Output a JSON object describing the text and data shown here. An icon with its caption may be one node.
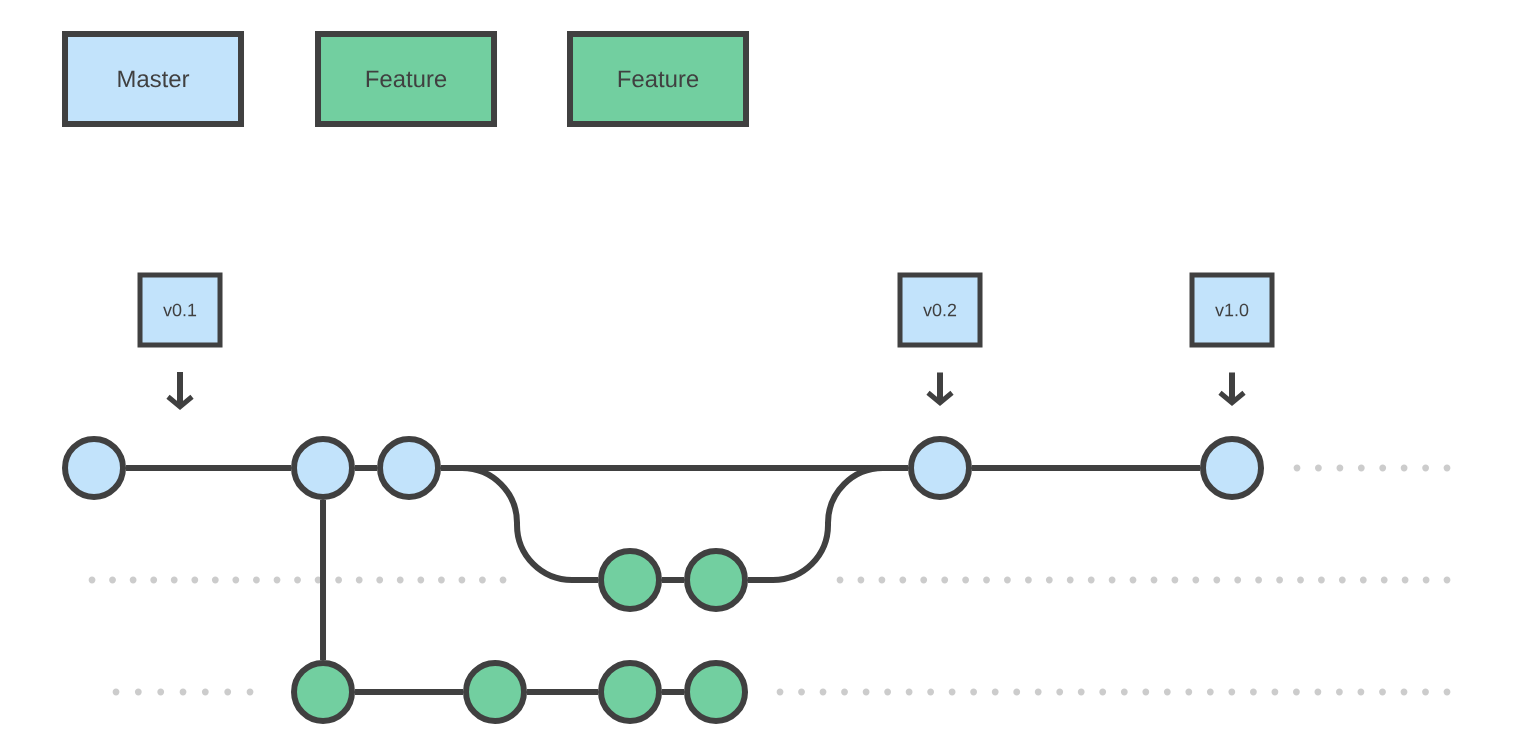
{
  "diagram": {
    "nodes": [
      {
        "text": [
          "v0.1"
        ]
      },
      {
        "text": [
          "v0.2"
        ]
      },
      {
        "text": [
          "v1.0"
        ]
      },
      {
        "text": [],
        "shape": "circle"
      },
      {
        "text": [],
        "shape": "circle"
      },
      {
        "text": [],
        "shape": "circle"
      },
      {
        "text": [],
        "shape": "circle"
      },
      {
        "text": [],
        "shape": "circle"
      },
      {
        "text": [],
        "shape": "circle"
      },
      {
        "text": [],
        "shape": "circle"
      },
      {
        "text": [],
        "shape": "circle"
      },
      {
        "text": [],
        "shape": "circle"
      },
      {
        "text": [],
        "shape": "circle"
      },
      {
        "text": [],
        "shape": "circle"
      }
    ],
    "edges": [
      {
        "from": 1,
        "to": 6,
        "arrow": "to"
      },
      {
        "from": 2,
        "to": 7,
        "arrow": "to"
      },
      {
        "from": 3,
        "to": 4,
        "arrow": "none"
      },
      {
        "from": 4,
        "to": 5,
        "arrow": "none"
      },
      {
        "from": 5,
        "to": 6,
        "arrow": "none"
      },
      {
        "from": 5,
        "to": 8,
        "arrow": "none"
      },
      {
        "from": 8,
        "to": 9,
        "arrow": "none"
      },
      {
        "from": 9,
        "to": 6,
        "arrow": "none"
      },
      {
        "from": 6,
        "to": 7,
        "arrow": "none"
      },
      {
        "from": 4,
        "to": 10,
        "arrow": "none"
      },
      {
        "from": 10,
        "to": 11,
        "arrow": "none"
      },
      {
        "from": 11,
        "to": 12,
        "arrow": "none"
      },
      {
        "from": 12,
        "to": 13,
        "arrow": "none"
      }
    ],
    "legend": [
      {
        "text": "Master",
        "color": "#c2e3fb"
      },
      {
        "text": "Feature",
        "color": "#72cfa0"
      },
      {
        "text": "Feature",
        "color": "#72cfa0"
      }
    ]
  }
}
